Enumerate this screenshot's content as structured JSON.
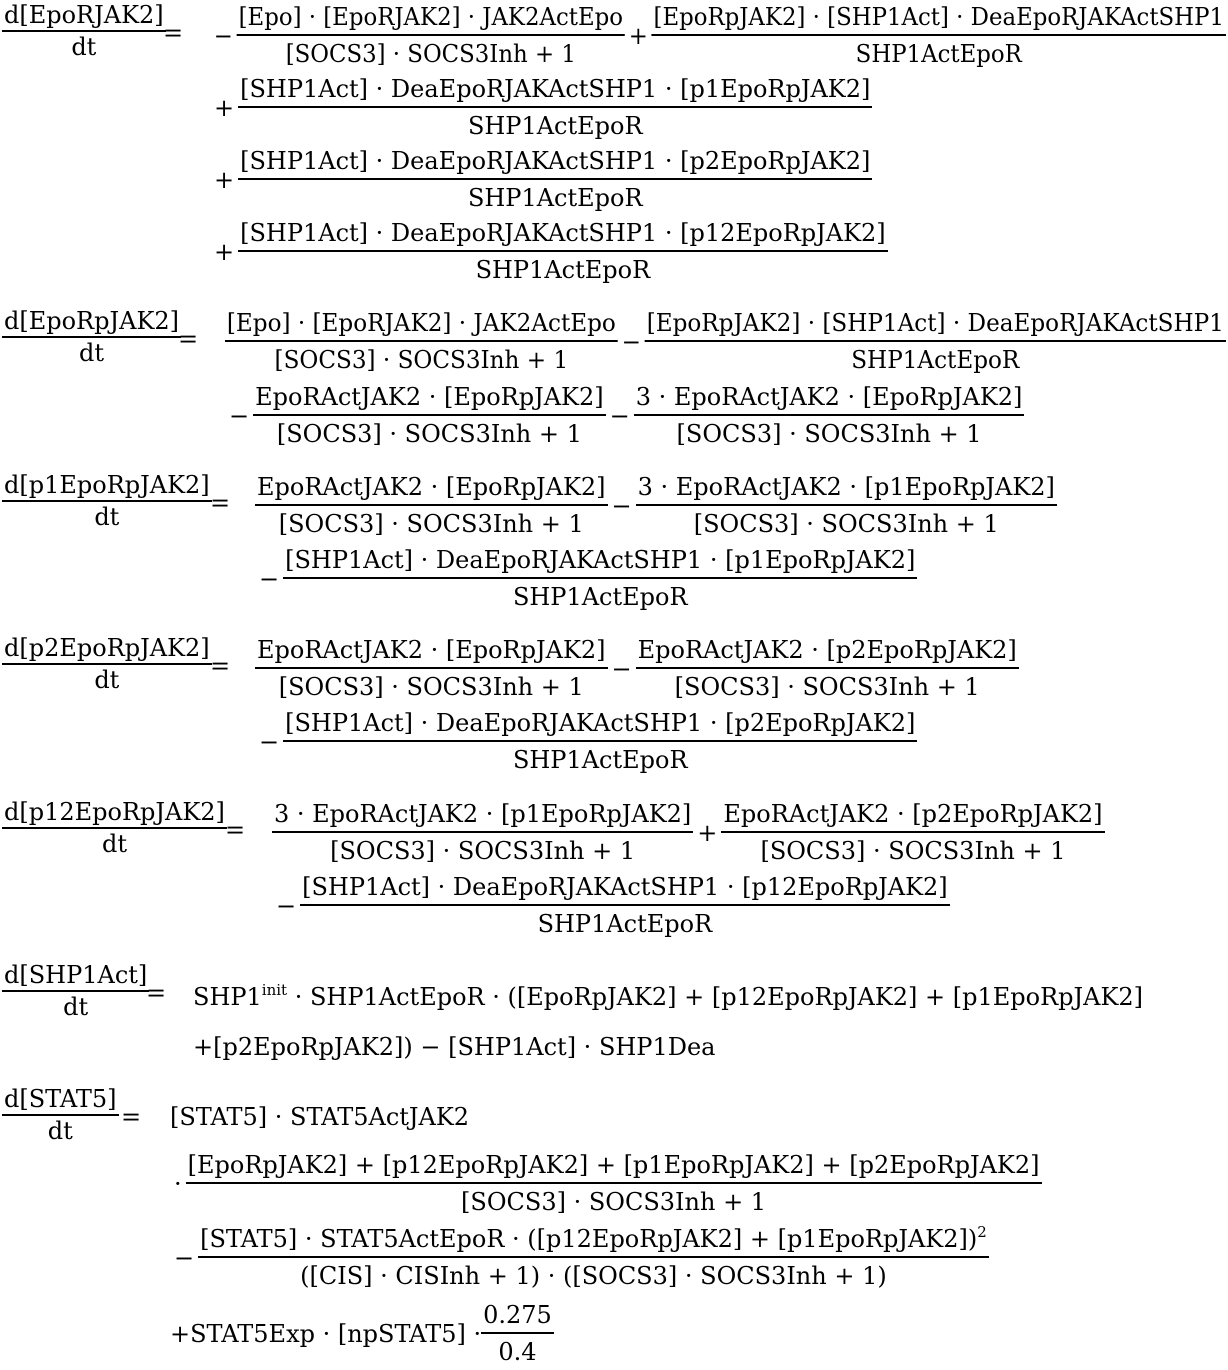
{
  "equations": [
    {
      "lhs": {
        "numerator": "d[EpoRJAK2]",
        "denominator": "dt"
      },
      "eq": "=",
      "rows": [
        [
          {
            "op": "−"
          },
          {
            "num": "[Epo] · [EpoRJAK2] · JAK2ActEpo",
            "den": "[SOCS3] · SOCS3Inh + 1"
          },
          {
            "op": "+"
          },
          {
            "num": "[EpoRpJAK2] · [SHP1Act] · DeaEpoRJAKActSHP1",
            "den": "SHP1ActEpoR"
          }
        ],
        [
          {
            "op": "+"
          },
          {
            "num": "[SHP1Act] · DeaEpoRJAKActSHP1 · [p1EpoRpJAK2]",
            "den": "SHP1ActEpoR"
          }
        ],
        [
          {
            "op": "+"
          },
          {
            "num": "[SHP1Act] · DeaEpoRJAKActSHP1 · [p2EpoRpJAK2]",
            "den": "SHP1ActEpoR"
          }
        ],
        [
          {
            "op": "+"
          },
          {
            "num": "[SHP1Act] · DeaEpoRJAKActSHP1 · [p12EpoRpJAK2]",
            "den": "SHP1ActEpoR"
          }
        ]
      ]
    },
    {
      "lhs": {
        "numerator": "d[EpoRpJAK2]",
        "denominator": "dt"
      },
      "eq": "=",
      "rows": [
        [
          {
            "num": "[Epo] · [EpoRJAK2] · JAK2ActEpo",
            "den": "[SOCS3] · SOCS3Inh + 1"
          },
          {
            "op": "−"
          },
          {
            "num": "[EpoRpJAK2] · [SHP1Act] · DeaEpoRJAKActSHP1",
            "den": "SHP1ActEpoR"
          }
        ],
        [
          {
            "op": "−"
          },
          {
            "num": "EpoRActJAK2 · [EpoRpJAK2]",
            "den": "[SOCS3] · SOCS3Inh + 1"
          },
          {
            "op": "−"
          },
          {
            "num": "3 · EpoRActJAK2 · [EpoRpJAK2]",
            "den": "[SOCS3] · SOCS3Inh + 1"
          }
        ]
      ]
    },
    {
      "lhs": {
        "numerator": "d[p1EpoRpJAK2]",
        "denominator": "dt"
      },
      "eq": "=",
      "rows": [
        [
          {
            "num": "EpoRActJAK2 · [EpoRpJAK2]",
            "den": "[SOCS3] · SOCS3Inh + 1"
          },
          {
            "op": "−"
          },
          {
            "num": "3 · EpoRActJAK2 · [p1EpoRpJAK2]",
            "den": "[SOCS3] · SOCS3Inh + 1"
          }
        ],
        [
          {
            "op": "−"
          },
          {
            "num": "[SHP1Act] · DeaEpoRJAKActSHP1 · [p1EpoRpJAK2]",
            "den": "SHP1ActEpoR"
          }
        ]
      ]
    },
    {
      "lhs": {
        "numerator": "d[p2EpoRpJAK2]",
        "denominator": "dt"
      },
      "eq": "=",
      "rows": [
        [
          {
            "num": "EpoRActJAK2 · [EpoRpJAK2]",
            "den": "[SOCS3] · SOCS3Inh + 1"
          },
          {
            "op": "−"
          },
          {
            "num": "EpoRActJAK2 · [p2EpoRpJAK2]",
            "den": "[SOCS3] · SOCS3Inh + 1"
          }
        ],
        [
          {
            "op": "−"
          },
          {
            "num": "[SHP1Act] · DeaEpoRJAKActSHP1 · [p2EpoRpJAK2]",
            "den": "SHP1ActEpoR"
          }
        ]
      ]
    },
    {
      "lhs": {
        "numerator": "d[p12EpoRpJAK2]",
        "denominator": "dt"
      },
      "eq": "=",
      "rows": [
        [
          {
            "num": "3 · EpoRActJAK2 · [p1EpoRpJAK2]",
            "den": "[SOCS3] · SOCS3Inh + 1"
          },
          {
            "op": "+"
          },
          {
            "num": "EpoRActJAK2 · [p2EpoRpJAK2]",
            "den": "[SOCS3] · SOCS3Inh + 1"
          }
        ],
        [
          {
            "op": "−"
          },
          {
            "num": "[SHP1Act] · DeaEpoRJAKActSHP1 · [p12EpoRpJAK2]",
            "den": "SHP1ActEpoR"
          }
        ]
      ]
    },
    {
      "lhs": {
        "numerator": "d[SHP1Act]",
        "denominator": "dt"
      },
      "eq": "=",
      "rows": [
        [
          {
            "text": "SHP1",
            "sup": "init",
            "after": " · SHP1ActEpoR · ([EpoRpJAK2] + [p12EpoRpJAK2] + [p1EpoRpJAK2]"
          }
        ],
        [
          {
            "text": "+[p2EpoRpJAK2]) − [SHP1Act] · SHP1Dea"
          }
        ]
      ]
    },
    {
      "lhs": {
        "numerator": "d[STAT5]",
        "denominator": "dt"
      },
      "eq": "=",
      "rows": [
        [
          {
            "text": "[STAT5] · STAT5ActJAK2"
          }
        ],
        [
          {
            "op": "·"
          },
          {
            "num": "[EpoRpJAK2] + [p12EpoRpJAK2] + [p1EpoRpJAK2] + [p2EpoRpJAK2]",
            "den": "[SOCS3] · SOCS3Inh + 1"
          }
        ],
        [
          {
            "op": "−"
          },
          {
            "num": "[STAT5] · STAT5ActEpoR · ([p12EpoRpJAK2] + [p1EpoRpJAK2])",
            "numsup": "2",
            "den": "([CIS] · CISInh + 1) · ([SOCS3] · SOCS3Inh + 1)"
          }
        ],
        [
          {
            "text": "+STAT5Exp · [npSTAT5] · "
          },
          {
            "num": "0.275",
            "den": "0.4"
          }
        ]
      ]
    }
  ]
}
